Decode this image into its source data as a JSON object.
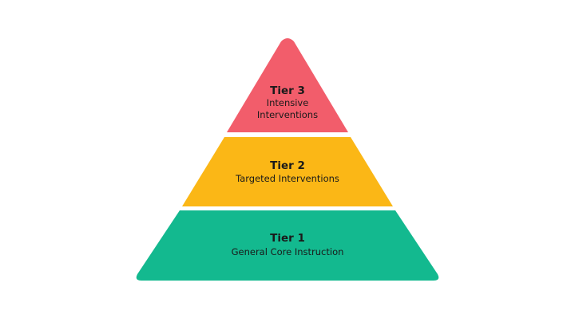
{
  "diagram": {
    "type": "pyramid",
    "tiers": [
      {
        "title": "Tier 3",
        "lines": [
          "Intensive",
          "Interventions"
        ],
        "color": "#F25D6B"
      },
      {
        "title": "Tier 2",
        "lines": [
          "Targeted Interventions"
        ],
        "color": "#FBB716"
      },
      {
        "title": "Tier 1",
        "lines": [
          "General Core Instruction"
        ],
        "color": "#13B98F"
      }
    ]
  }
}
